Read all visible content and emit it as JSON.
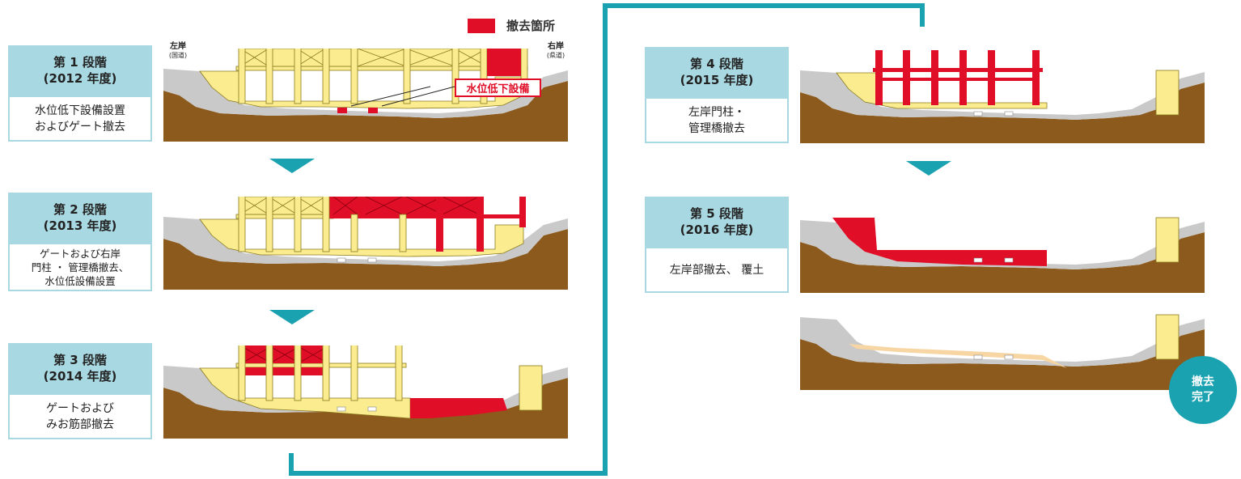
{
  "legend": {
    "label": "撤去箇所",
    "color": "#e00f27"
  },
  "bank_labels": {
    "left": {
      "label": "左岸",
      "sub": "(国道)"
    },
    "right": {
      "label": "右岸",
      "sub": "(県道)"
    }
  },
  "callout": "水位低下設備",
  "stages": [
    {
      "title": "第 1 段階",
      "year": "(2012 年度)",
      "desc": [
        "水位低下設備設置",
        "およびゲート撤去"
      ]
    },
    {
      "title": "第 2 段階",
      "year": "(2013 年度)",
      "desc": [
        "ゲートおよび右岸",
        "門柱 ・ 管理橋撤去、",
        "水位低設備設置"
      ]
    },
    {
      "title": "第 3 段階",
      "year": "(2014 年度)",
      "desc": [
        "ゲートおよび",
        "みお筋部撤去"
      ]
    },
    {
      "title": "第 4 段階",
      "year": "(2015 年度)",
      "desc": [
        "左岸門柱・",
        "管理橋撤去"
      ]
    },
    {
      "title": "第 5 段階",
      "year": "(2016 年度)",
      "desc": [
        "左岸部撤去、 覆土"
      ]
    }
  ],
  "completion": {
    "line1": "撤去",
    "line2": "完了"
  },
  "colors": {
    "teal": "#1aa2b1",
    "header_bg": "#a8d8e1",
    "removed": "#e00f27",
    "structure": "#fbec8f",
    "concrete": "#c8c8c8",
    "earth": "#8b5a1c"
  }
}
